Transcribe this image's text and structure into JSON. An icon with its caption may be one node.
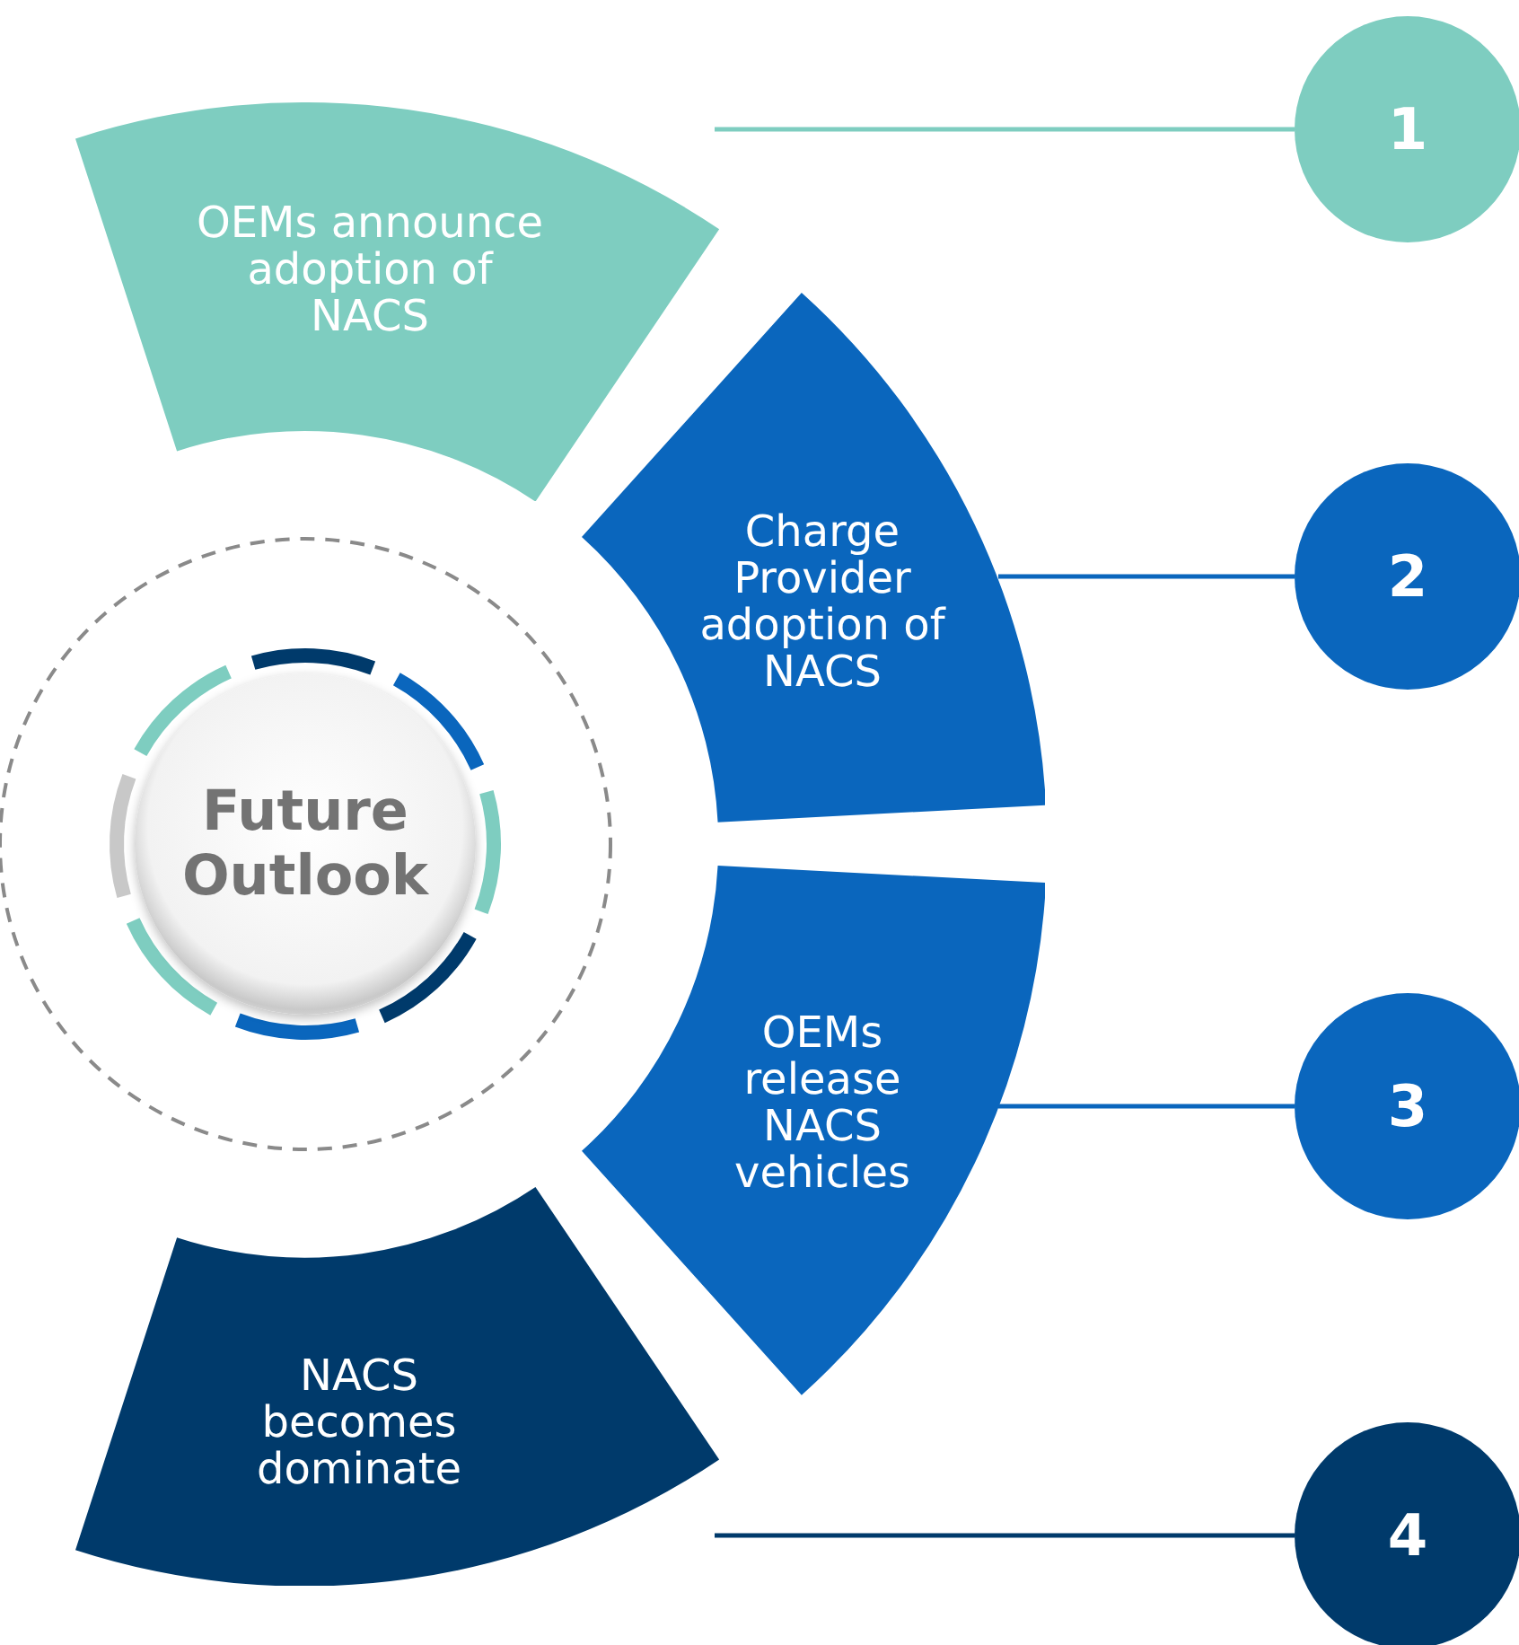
{
  "diagram": {
    "nodes": [
      {
        "text": [
          "Future Outlook"
        ]
      },
      {
        "text": [
          "OEMs announce adoption of NACS"
        ]
      },
      {
        "text": [
          "Charge Provider adoption of NACS"
        ]
      },
      {
        "text": [
          "OEMs release NACS vehicles"
        ]
      },
      {
        "text": [
          "NACS becomes dominate"
        ]
      },
      {
        "text": [
          "1"
        ]
      },
      {
        "text": [
          "2"
        ]
      },
      {
        "text": [
          "3"
        ]
      },
      {
        "text": [
          "4"
        ]
      }
    ],
    "edges": [
      {
        "from": 1,
        "to": 5,
        "arrow": "none",
        "color": "#7ecdc0"
      },
      {
        "from": 2,
        "to": 6,
        "arrow": "none"
      },
      {
        "from": 3,
        "to": 7,
        "arrow": "none"
      },
      {
        "from": 4,
        "to": 8,
        "arrow": "none",
        "color": "#003a6b"
      }
    ]
  }
}
